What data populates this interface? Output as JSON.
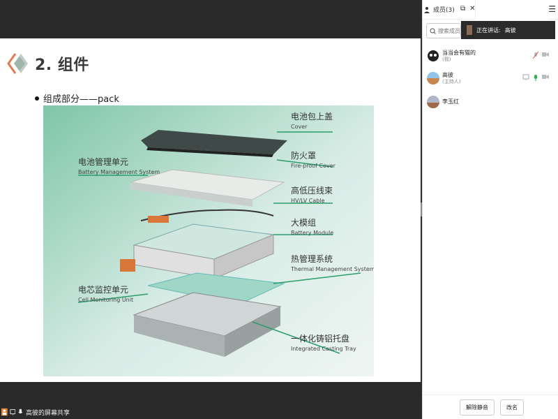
{
  "slide": {
    "title": "2. 组件",
    "bullet": "组成部分——pack",
    "labels": {
      "cover_cn": "电池包上盖",
      "cover_en": "Cover",
      "fire_cn": "防火罩",
      "fire_en": "Fire-proof Cover",
      "bms_cn": "电池管理单元",
      "bms_en": "Battery Management System",
      "cable_cn": "高低压线束",
      "cable_en": "HV/LV Cable",
      "module_cn": "大模组",
      "module_en": "Battery Module",
      "thermal_cn": "热管理系统",
      "thermal_en": "Thermal Management System",
      "cmu_cn": "电芯监控单元",
      "cmu_en": "Cell Monitoring Unit",
      "tray_cn": "一体化铸铝托盘",
      "tray_en": "Integrated Casting Tray"
    }
  },
  "share_bar": {
    "text": "高彼的屏幕共享"
  },
  "panel": {
    "members_tab": "成员(3)",
    "search_placeholder": "搜索成员",
    "speaking_label": "正在讲话:",
    "speaking_name": "高彼",
    "members": [
      {
        "name": "当当会有猫的",
        "role": "(我)"
      },
      {
        "name": "高彼",
        "role": "(主持人)"
      },
      {
        "name": "李玉红",
        "role": ""
      }
    ],
    "unmute_button": "解除静音",
    "rename_button": "改名"
  },
  "colors": {
    "accent_green": "#2a9d6a",
    "mic_green": "#2bb24c",
    "muted_red": "#e05555"
  }
}
